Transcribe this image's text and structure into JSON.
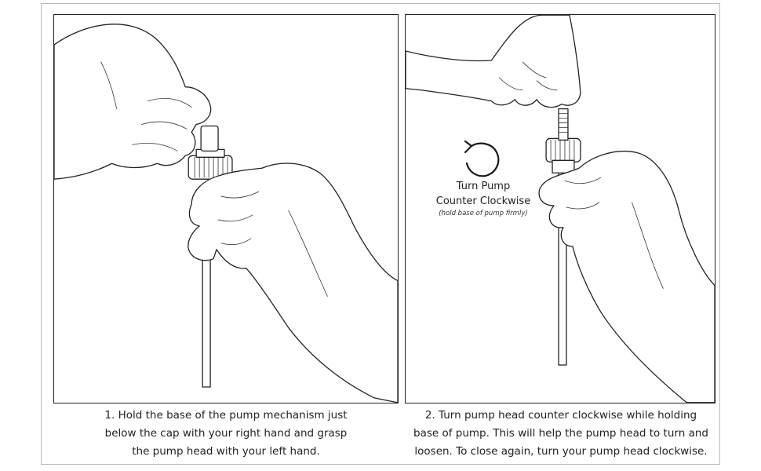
{
  "steps": [
    {
      "caption_lines": [
        "1. Hold the base of the pump mechanism just",
        "below the cap with your right hand and grasp",
        "the pump head with your left hand."
      ]
    },
    {
      "caption_lines": [
        "2. Turn pump head counter clockwise while holding",
        "base of pump. This will help the pump head to turn and",
        "loosen. To close again, turn your pump head clockwise."
      ],
      "callout": {
        "line1": "Turn Pump",
        "line2": "Counter Clockwise",
        "note": "(hold base of pump firmly)"
      }
    }
  ],
  "icons": {
    "rotate": "counter-clockwise-arrow-icon"
  },
  "colors": {
    "line": "#222222",
    "frame": "#b9b9b9",
    "background": "#ffffff"
  }
}
